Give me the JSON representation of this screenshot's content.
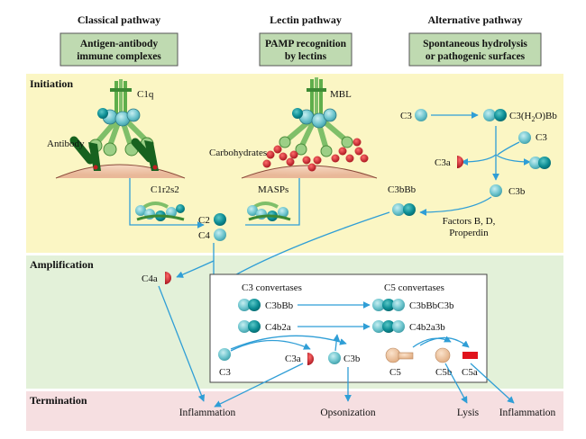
{
  "headers": {
    "classical": "Classical pathway",
    "lectin": "Lectin pathway",
    "alternative": "Alternative pathway"
  },
  "boxes": {
    "classical_1": "Antigen-antibody",
    "classical_2": "immune complexes",
    "lectin_1": "PAMP recognition",
    "lectin_2": "by lectins",
    "alternative_1": "Spontaneous hydrolysis",
    "alternative_2": "or pathogenic surfaces"
  },
  "sections": {
    "initiation": "Initiation",
    "amplification": "Amplification",
    "termination": "Termination"
  },
  "labels": {
    "c1q": "C1q",
    "antibody": "Antibody",
    "mbl": "MBL",
    "carbohydrates": "Carbohydrates",
    "c1r2s2": "C1r2s2",
    "masps": "MASPs",
    "c2": "C2",
    "c4": "C4",
    "c4a": "C4a",
    "alt_c3": "C3",
    "c3h2obb_pre": "C3(H",
    "c3h2obb_sub": "2",
    "c3h2obb_post": "O)Bb",
    "alt_c3_right": "C3",
    "alt_c3a": "C3a",
    "alt_c3b": "C3b",
    "c3bbb": "C3bBb",
    "factors_1": "Factors B, D,",
    "factors_2": "Properdin",
    "c3_convertases": "C3 convertases",
    "c5_convertases": "C5 convertases",
    "conv_c3bbb": "C3bBb",
    "conv_c4b2a": "C4b2a",
    "conv_c3bbbc3b": "C3bBbC3b",
    "conv_c4b2a3b": "C4b2a3b",
    "amp_c3": "C3",
    "amp_c3a": "C3a",
    "amp_c3b": "C3b",
    "amp_c5": "C5",
    "amp_c5b": "C5b",
    "amp_c5a": "C5a"
  },
  "outcomes": {
    "inflammation_left": "Inflammation",
    "opsonization": "Opsonization",
    "lysis": "Lysis",
    "inflammation_right": "Inflammation"
  },
  "colors": {
    "initiation_band": "#fbf6c4",
    "amplification_band": "#e3f1d9",
    "termination_band": "#f6dfe1",
    "header_box_fill": "#bfdab1",
    "arrow": "#2f9ed6",
    "light_teal": "#67c3cc",
    "dark_teal": "#0b8b92",
    "antibody_green": "#17621f",
    "c1q_green": "#7fbf69",
    "cell_surface": "#f3cfb7",
    "small_red": "#c41c22",
    "c5_tan": "#f2c9a3",
    "c5a_red": "#e0131c"
  }
}
